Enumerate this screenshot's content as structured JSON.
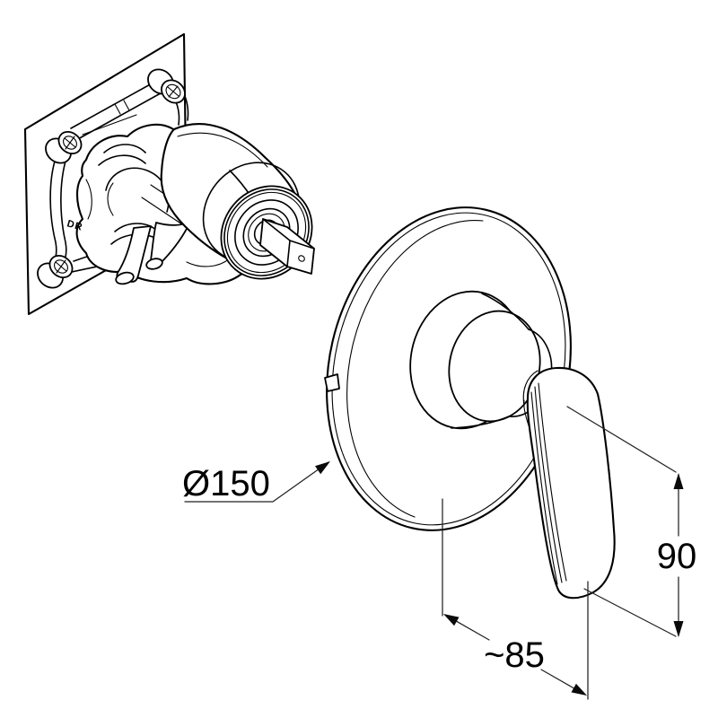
{
  "drawing": {
    "background_color": "#ffffff",
    "line_color": "#000000",
    "text_color": "#000000",
    "cast_mark": "DR",
    "dimensions": {
      "diameter": {
        "label": "Ø150",
        "value": 150
      },
      "handle_height": {
        "label": "90",
        "value": 90
      },
      "handle_projection": {
        "label": "~85",
        "value": 85,
        "approximate": true
      }
    }
  }
}
